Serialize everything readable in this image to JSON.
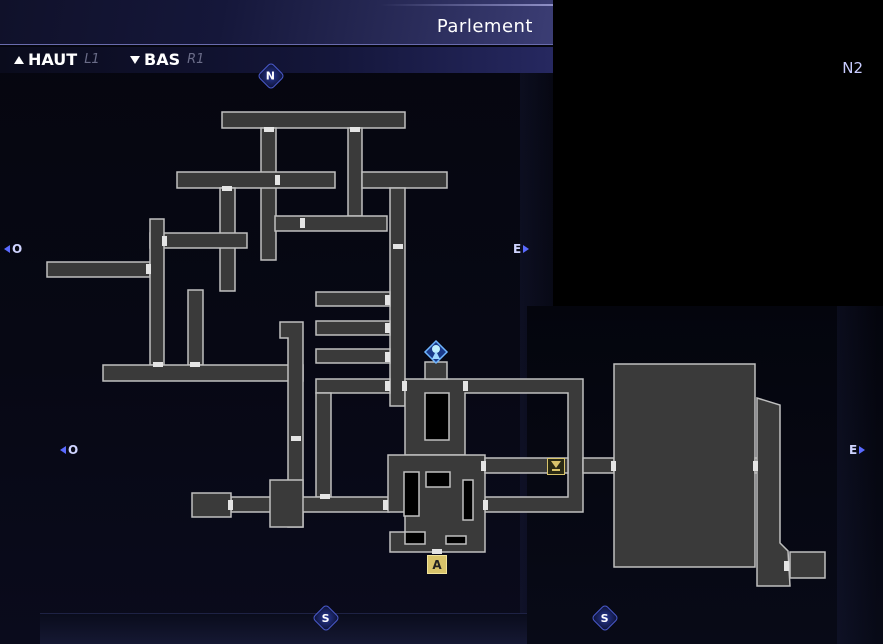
{
  "header": {
    "location_title": "Parlement",
    "floor_label": "N2"
  },
  "controls": {
    "up_label": "HAUT",
    "up_button": "L1",
    "down_label": "BAS",
    "down_button": "R1"
  },
  "compass": {
    "north": "N",
    "south": "S",
    "east": "E",
    "west": "O"
  },
  "markers": {
    "exit_label": "A"
  },
  "colors": {
    "room_fill": "#3a3a3a",
    "room_stroke": "#bfbfbf",
    "door": "#e4e4e4",
    "accent": "#5a6aff",
    "marker_gold": "#d8c36a",
    "player": "#9fd8ff"
  }
}
